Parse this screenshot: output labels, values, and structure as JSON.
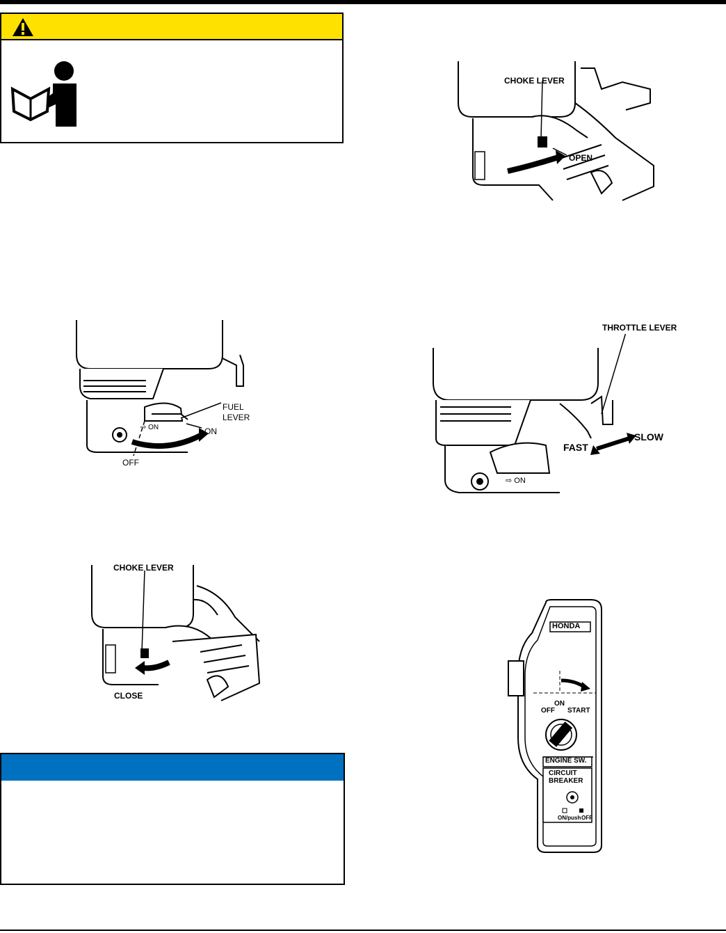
{
  "figures": {
    "fuel": {
      "fuel_lever": "FUEL\nLEVER",
      "on": "ON",
      "off": "OFF"
    },
    "choke_close": {
      "choke_lever": "CHOKE LEVER",
      "close": "CLOSE"
    },
    "choke_open": {
      "choke_lever": "CHOKE LEVER",
      "open": "OPEN"
    },
    "throttle": {
      "throttle_lever": "THROTTLE LEVER",
      "fast": "FAST",
      "slow": "SLOW"
    },
    "switch": {
      "brand": "HONDA",
      "on": "ON",
      "off": "OFF",
      "start": "START",
      "engine_sw": "ENGINE SW.",
      "circuit_breaker": "CIRCUIT\nBREAKER",
      "on_push": "ON/push",
      "off_label": "OFF"
    }
  },
  "colors": {
    "warning": "#ffe100",
    "notice": "#0070c0"
  }
}
